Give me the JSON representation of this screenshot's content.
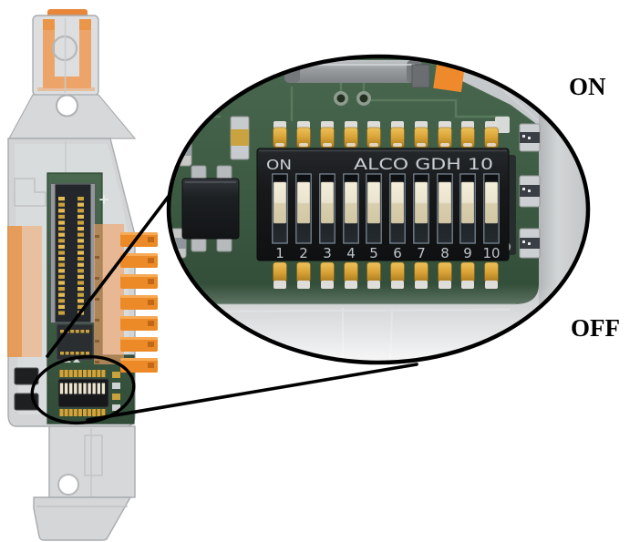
{
  "figure": {
    "background_color": "#ffffff",
    "annotations": {
      "on_label": "ON",
      "off_label": "OFF"
    }
  },
  "magnified_view": {
    "dip_switch": {
      "on_marking": "ON",
      "brand_marking": "ALCO GDH 10",
      "position_labels": [
        "1",
        "2",
        "3",
        "4",
        "5",
        "6",
        "7",
        "8",
        "9",
        "10"
      ],
      "switch_states": [
        "up",
        "up",
        "up",
        "up",
        "up",
        "up",
        "up",
        "up",
        "up",
        "up"
      ]
    }
  },
  "device": {
    "pcb_plus_marking": "+"
  },
  "colors": {
    "annotation_text": "#000000",
    "callout_line": "#000000",
    "pcb_green": "#3e5c44",
    "housing_gray": "#c6c9cb",
    "connector_orange": "#ed8a28",
    "switch_body_black": "#17191b",
    "slider_cream": "#eae3cd",
    "pad_gold": "#d8a236",
    "switch_label_gray": "#c8ced3"
  }
}
